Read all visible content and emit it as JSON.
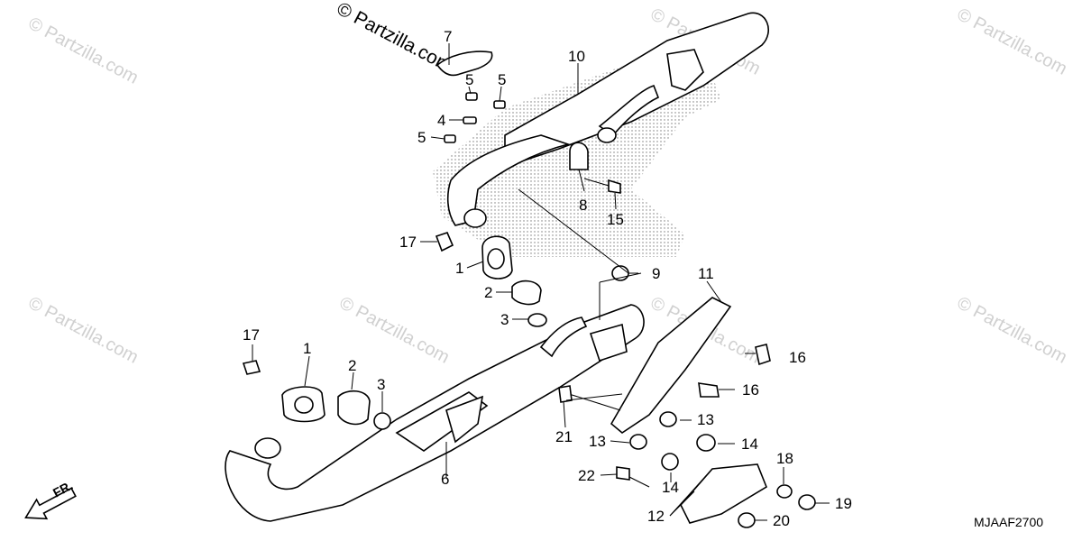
{
  "watermark": "© Partzilla.com",
  "drawing_code": "MJAAF2700",
  "direction_label": "FR.",
  "callouts": {
    "c7": "7",
    "c5a": "5",
    "c5b": "5",
    "c5c": "5",
    "c4": "4",
    "c10": "10",
    "c8": "8",
    "c15": "15",
    "c17a": "17",
    "c1a": "1",
    "c2a": "2",
    "c3a": "3",
    "c9": "9",
    "c11": "11",
    "c16a": "16",
    "c16b": "16",
    "c17b": "17",
    "c1b": "1",
    "c2b": "2",
    "c3b": "3",
    "c13a": "13",
    "c13b": "13",
    "c21": "21",
    "c14a": "14",
    "c14b": "14",
    "c18": "18",
    "c22": "22",
    "c19": "19",
    "c12": "12",
    "c20": "20",
    "c6": "6"
  }
}
